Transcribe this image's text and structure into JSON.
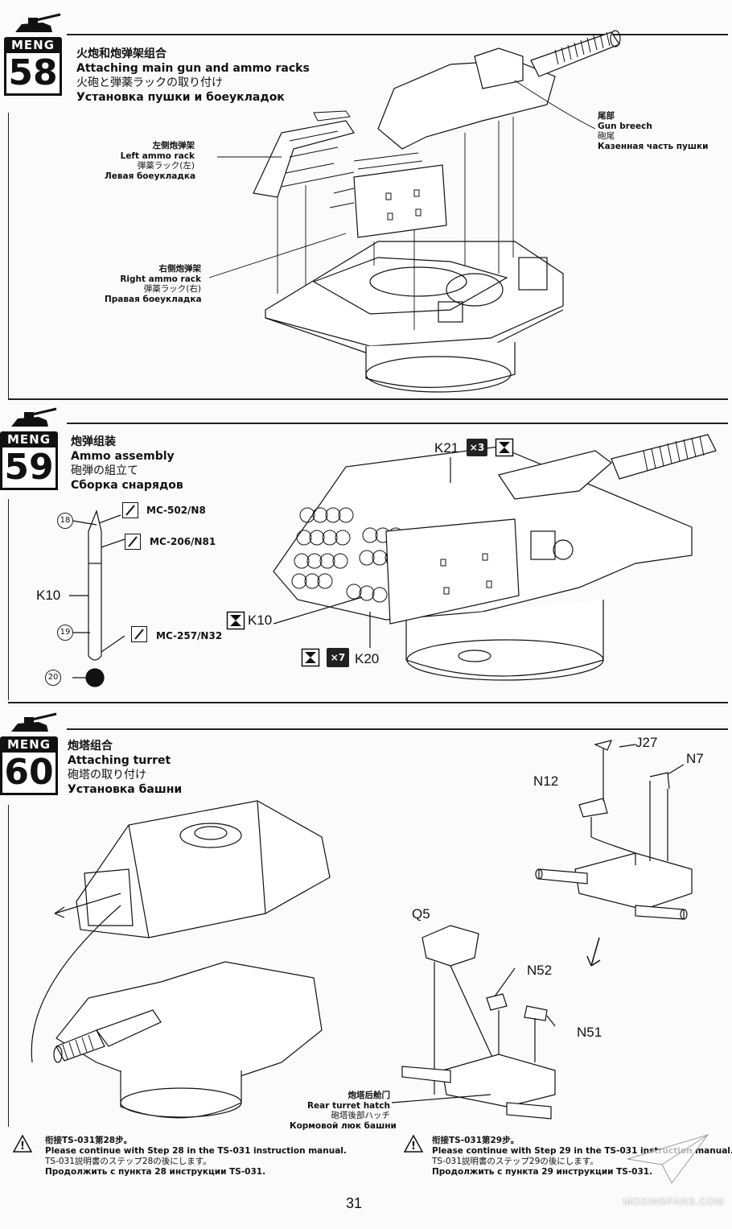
{
  "steps": [
    {
      "brand": "MENG",
      "number": "58",
      "title_zh": "火炮和炮弹架组合",
      "title_en": "Attaching main gun and ammo racks",
      "title_ja": "火砲と弾薬ラックの取り付け",
      "title_ru": "Установка пушки и боеукладок",
      "callouts": {
        "gun_breech": [
          "尾部",
          "Gun breech",
          "砲尾",
          "Казенная часть пушки"
        ],
        "left_rack": [
          "左侧炮弹架",
          "Left ammo rack",
          "弾薬ラック(左)",
          "Левая боеукладка"
        ],
        "right_rack": [
          "右侧炮弹架",
          "Right ammo rack",
          "弾薬ラック(右)",
          "Правая боеукладка"
        ]
      }
    },
    {
      "brand": "MENG",
      "number": "59",
      "title_zh": "炮弹组装",
      "title_en": "Ammo assembly",
      "title_ja": "砲弾の組立て",
      "title_ru": "Сборка снарядов",
      "paints": [
        "MC-502/N8",
        "MC-206/N81",
        "MC-257/N32"
      ],
      "markers": [
        "18",
        "19",
        "20"
      ],
      "parts": {
        "k10": "K10",
        "k10b": "K10",
        "k20": "K20",
        "k21": "K21"
      },
      "multipliers": {
        "k21": "×3",
        "k20": "×7"
      }
    },
    {
      "brand": "MENG",
      "number": "60",
      "title_zh": "炮塔组合",
      "title_en": "Attaching turret",
      "title_ja": "砲塔の取り付け",
      "title_ru": "Установка башни",
      "parts": {
        "j27": "J27",
        "n7": "N7",
        "n12": "N12",
        "q5": "Q5",
        "n52": "N52",
        "n51": "N51"
      },
      "callouts": {
        "rear_hatch": [
          "炮塔后舱门",
          "Rear turret hatch",
          "砲塔後部ハッチ",
          "Кормовой люк башни"
        ]
      }
    }
  ],
  "notes": [
    [
      "衔接TS-031第28步。",
      "Please continue with Step 28 in the TS-031 instruction manual.",
      "TS-031説明書のステップ28の後にします。",
      "Продолжить с пункта 28 инструкции TS-031."
    ],
    [
      "衔接TS-031第29步。",
      "Please continue with Step 29 in the TS-031 instruction manual.",
      "TS-031説明書のステップ29の後にします。",
      "Продолжить с пункта 29 инструкции TS-031."
    ]
  ],
  "page_number": "31",
  "watermark": "MOXINGFANS.COM",
  "colors": {
    "ink": "#111111",
    "paper": "#fbfbfb"
  }
}
